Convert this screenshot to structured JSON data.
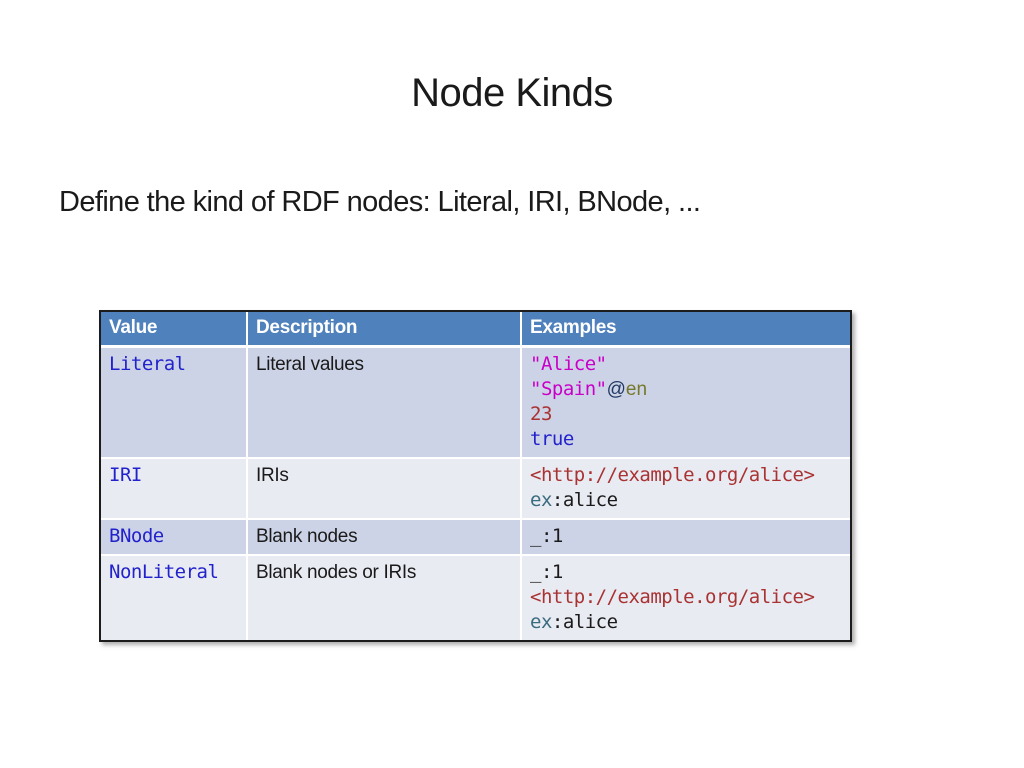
{
  "slide": {
    "title": "Node Kinds",
    "intro": "Define the kind of RDF nodes: Literal, IRI, BNode, ..."
  },
  "theme": {
    "background": "#FFFFFF",
    "text": "#1A1A1A",
    "table_border": "#1C1C1C",
    "header_bg": "#4F81BD",
    "header_text": "#FFFFFF",
    "row_dark_bg": "#CDD3E6",
    "row_light_bg": "#E9EBF3",
    "divider": "#FFFFFF"
  },
  "token_colors": {
    "keyword": "#2222CC",
    "string": "#C800C8",
    "iri": "#A93232",
    "number": "#A93232",
    "at": "#203864",
    "lang": "#76782B",
    "prefix": "#3A6B7E",
    "plain": "#1A1A1A"
  },
  "table": {
    "headers": [
      "Value",
      "Description",
      "Examples"
    ],
    "rows": [
      {
        "value": "Literal",
        "description": "Literal values",
        "examples": [
          [
            {
              "tok": "string",
              "text": "\"Alice\""
            }
          ],
          [
            {
              "tok": "string",
              "text": "\"Spain\""
            },
            {
              "tok": "at",
              "text": "@"
            },
            {
              "tok": "lang",
              "text": "en"
            }
          ],
          [
            {
              "tok": "number",
              "text": "23"
            }
          ],
          [
            {
              "tok": "keyword",
              "text": "true"
            }
          ]
        ]
      },
      {
        "value": "IRI",
        "description": "IRIs",
        "examples": [
          [
            {
              "tok": "iri",
              "text": "<http://example.org/alice>"
            }
          ],
          [
            {
              "tok": "prefix",
              "text": "ex"
            },
            {
              "tok": "plain",
              "text": ":alice"
            }
          ]
        ]
      },
      {
        "value": "BNode",
        "description": "Blank nodes",
        "examples": [
          [
            {
              "tok": "plain",
              "text": "_:1"
            }
          ]
        ]
      },
      {
        "value": "NonLiteral",
        "description": "Blank nodes or IRIs",
        "examples": [
          [
            {
              "tok": "plain",
              "text": "_:1"
            }
          ],
          [
            {
              "tok": "iri",
              "text": "<http://example.org/alice>"
            }
          ],
          [
            {
              "tok": "prefix",
              "text": "ex"
            },
            {
              "tok": "plain",
              "text": ":alice"
            }
          ]
        ]
      }
    ]
  }
}
